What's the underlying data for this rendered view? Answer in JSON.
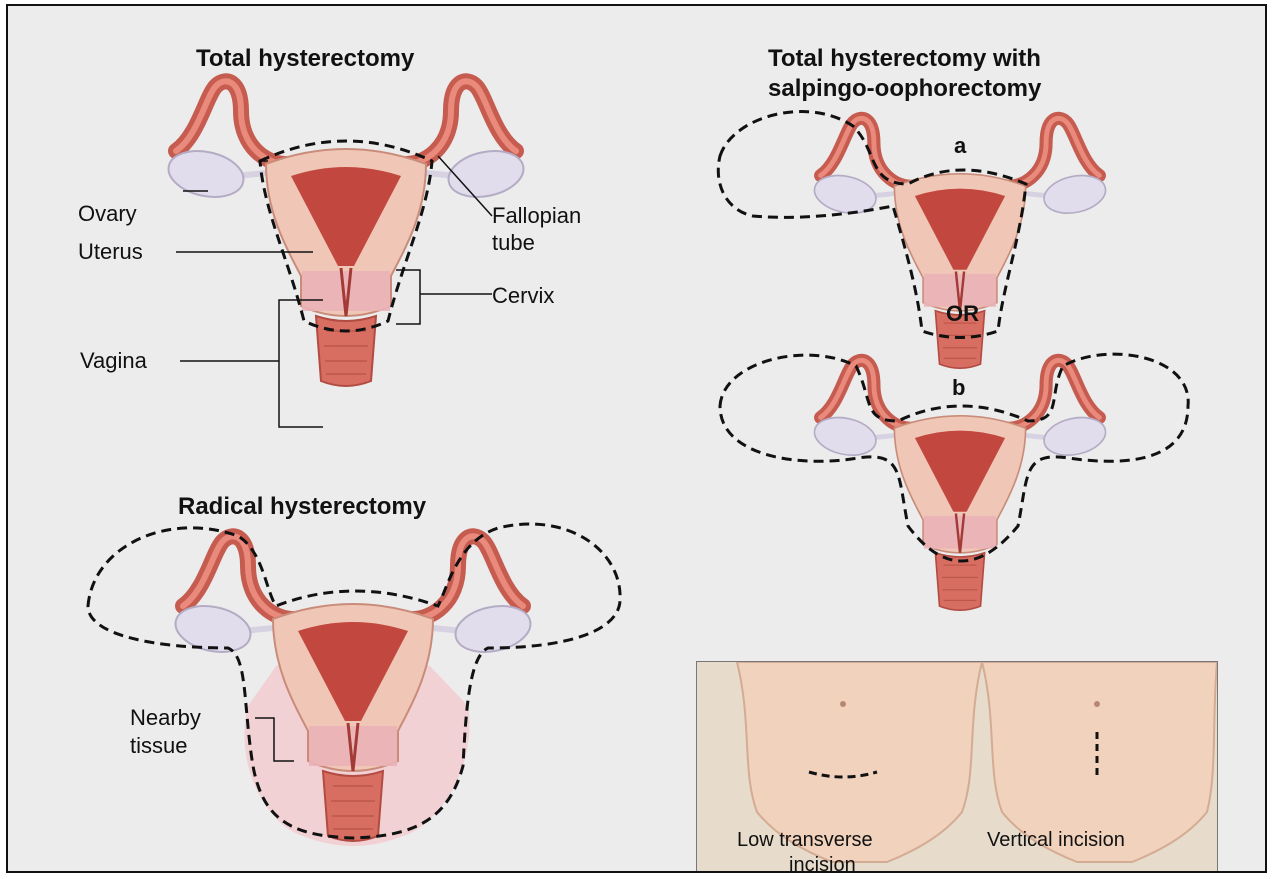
{
  "titles": {
    "total": "Total hysterectomy",
    "salpingo_line1": "Total hysterectomy with",
    "salpingo_line2": "salpingo-oophorectomy",
    "radical": "Radical hysterectomy"
  },
  "labels": {
    "ovary": "Ovary",
    "fallopian_line1": "Fallopian",
    "fallopian_line2": "tube",
    "uterus": "Uterus",
    "cervix": "Cervix",
    "vagina": "Vagina",
    "nearby_line1": "Nearby",
    "nearby_line2": "tissue",
    "option_a": "a",
    "option_b": "b",
    "or": "OR"
  },
  "incisions": {
    "low_line1": "Low transverse",
    "low_line2": "incision",
    "vertical": "Vertical incision"
  },
  "colors": {
    "background": "#ececec",
    "uterus_outer": "#f0c6b6",
    "uterus_cavity": "#c2483f",
    "tube": "#d9675c",
    "ovary": "#e2dded",
    "cervix": "#eab2b8",
    "nearby_tissue": "#f4c8cd",
    "skin": "#e7dccb",
    "outline": "#111111"
  }
}
